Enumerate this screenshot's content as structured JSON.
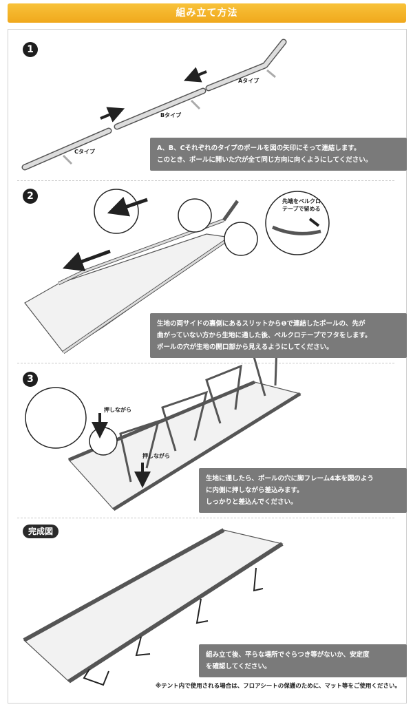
{
  "header": {
    "title": "組み立て方法"
  },
  "steps": [
    {
      "number": "1",
      "labels": {
        "a": "Aタイプ",
        "b": "Bタイプ",
        "c": "Cタイプ"
      },
      "note_lines": [
        "A、B、Cそれぞれのタイプのポールを図の矢印にそって連結します。",
        "このとき、ポールに開いた穴が全て同じ方向に向くようにしてください。"
      ]
    },
    {
      "number": "2",
      "callout": [
        "先端をベルクロ",
        "テープで留める"
      ],
      "note_lines": [
        "生地の両サイドの裏側にあるスリットから❶で連結したポールの、先が",
        "曲がっていない方から生地に通した後、ベルクロテープでフタをします。",
        "ポールの穴が生地の開口部から見えるようにしてください。"
      ]
    },
    {
      "number": "3",
      "press_label": "押しながら",
      "note_lines": [
        "生地に通したら、ポールの穴に脚フレーム4本を図のよう",
        "に内側に押しながら差込みます。",
        "しっかりと差込んでください。"
      ]
    },
    {
      "badge": "完成図",
      "note_lines": [
        "組み立て後、平らな場所でぐらつき等がないか、安定度",
        "を確認してください。"
      ]
    }
  ],
  "footnote": "※テント内で使用される場合は、フロアシートの保護のために、マット等をご使用ください。"
}
